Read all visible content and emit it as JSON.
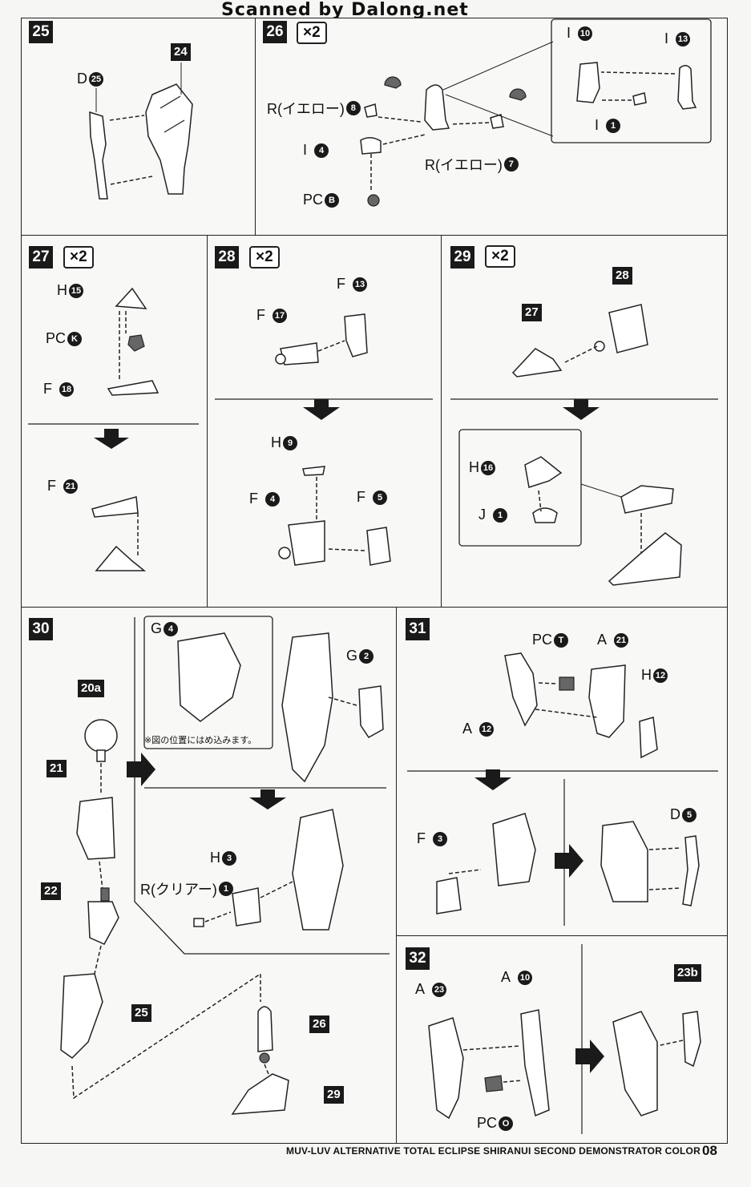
{
  "watermark": "Scanned by Dalong.net",
  "footer": {
    "title": "MUV-LUV ALTERNATIVE TOTAL ECLIPSE SHIRANUI SECOND DEMONSTRATOR COLOR",
    "page": "08"
  },
  "steps": {
    "s25": {
      "number": "25",
      "labels": {
        "d": "D",
        "d_num": "25",
        "part": "24"
      }
    },
    "s26": {
      "number": "26",
      "multiplier": "×2",
      "labels": {
        "r8": "R(イエロー)",
        "r8_num": "8",
        "i4": "I",
        "i4_num": "4",
        "pcb": "PC",
        "pcb_letter": "B",
        "r7": "R(イエロー)",
        "r7_num": "7",
        "i10": "I",
        "i10_num": "10",
        "i13": "I",
        "i13_num": "13",
        "i1": "I",
        "i1_num": "1"
      }
    },
    "s27": {
      "number": "27",
      "multiplier": "×2",
      "labels": {
        "h15": "H",
        "h15_num": "15",
        "pck": "PC",
        "pck_letter": "K",
        "f18": "F",
        "f18_num": "18",
        "f21": "F",
        "f21_num": "21"
      }
    },
    "s28": {
      "number": "28",
      "multiplier": "×2",
      "labels": {
        "f13": "F",
        "f13_num": "13",
        "f17": "F",
        "f17_num": "17",
        "h9": "H",
        "h9_num": "9",
        "f4": "F",
        "f4_num": "4",
        "f5": "F",
        "f5_num": "5"
      }
    },
    "s29": {
      "number": "29",
      "multiplier": "×2",
      "labels": {
        "part28": "28",
        "part27": "27",
        "h16": "H",
        "h16_num": "16",
        "j1": "J",
        "j1_num": "1"
      }
    },
    "s30": {
      "number": "30",
      "labels": {
        "g4": "G",
        "g4_num": "4",
        "g2": "G",
        "g2_num": "2",
        "note": "※図の位置にはめ込みます。",
        "p20a": "20a",
        "p21": "21",
        "p22": "22",
        "p25": "25",
        "p26": "26",
        "p29": "29",
        "h3": "H",
        "h3_num": "3",
        "r1": "R(クリアー)",
        "r1_num": "1"
      }
    },
    "s31": {
      "number": "31",
      "labels": {
        "pct": "PC",
        "pct_letter": "T",
        "a21": "A",
        "a21_num": "21",
        "h12": "H",
        "h12_num": "12",
        "a12": "A",
        "a12_num": "12",
        "f3": "F",
        "f3_num": "3",
        "d5": "D",
        "d5_num": "5"
      }
    },
    "s32": {
      "number": "32",
      "labels": {
        "a23": "A",
        "a23_num": "23",
        "a10": "A",
        "a10_num": "10",
        "pco": "PC",
        "pco_letter": "O",
        "p23b": "23b"
      }
    }
  }
}
